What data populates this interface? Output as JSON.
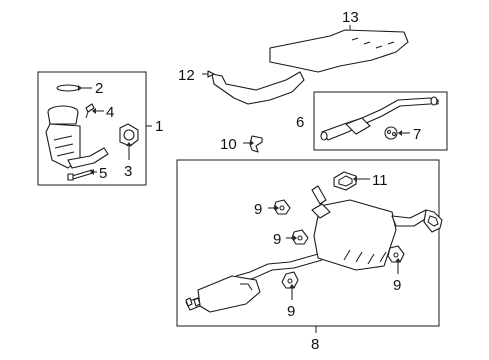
{
  "callouts": {
    "c1": "1",
    "c2": "2",
    "c3": "3",
    "c4": "4",
    "c5": "5",
    "c6": "6",
    "c7": "7",
    "c8": "8",
    "c9a": "9",
    "c9b": "9",
    "c9c": "9",
    "c9d": "9",
    "c10": "10",
    "c11": "11",
    "c12": "12",
    "c13": "13"
  },
  "colors": {
    "line": "#1a1a1a",
    "background": "#ffffff"
  }
}
